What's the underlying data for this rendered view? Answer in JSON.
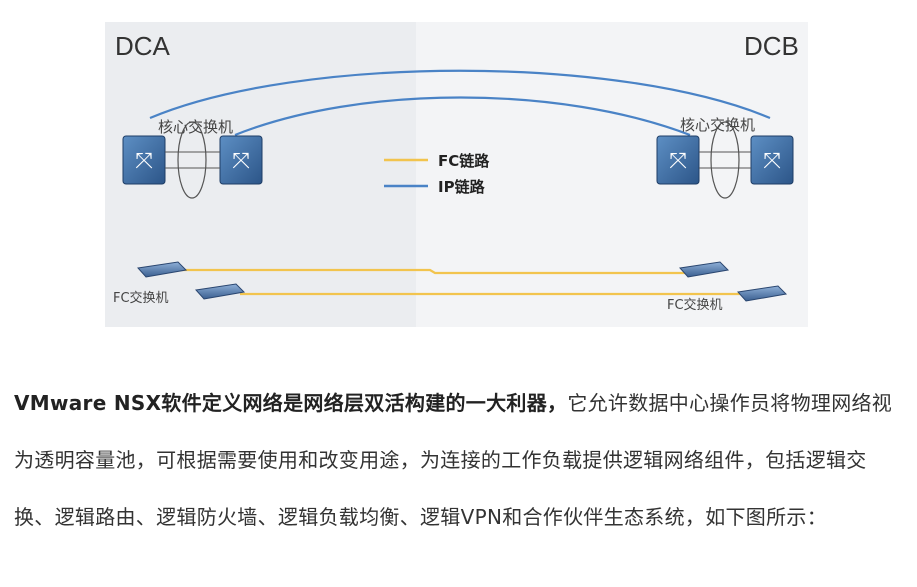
{
  "diagram": {
    "site_a": "DCA",
    "site_b": "DCB",
    "core_switch_label_a": "核心交换机",
    "core_switch_label_b": "核心交换机",
    "fc_switch_label_a": "FC交换机",
    "fc_switch_label_b": "FC交换机",
    "legend": [
      {
        "label": "FC链路",
        "color": "#f2c44e"
      },
      {
        "label": "IP链路",
        "color": "#4a83c6"
      }
    ],
    "colors": {
      "fc_link": "#f2c44e",
      "ip_link": "#4a83c6",
      "switch_fill": "#3c6a9e"
    }
  },
  "article": {
    "lead": "VMware NSX软件定义网络是网络层双活构建的一大利器，",
    "body": "它允许数据中心操作员将物理网络视为透明容量池，可根据需要使用和改变用途，为连接的工作负载提供逻辑网络组件，包括逻辑交换、逻辑路由、逻辑防火墙、逻辑负载均衡、逻辑VPN和合作伙伴生态系统，如下图所示："
  }
}
